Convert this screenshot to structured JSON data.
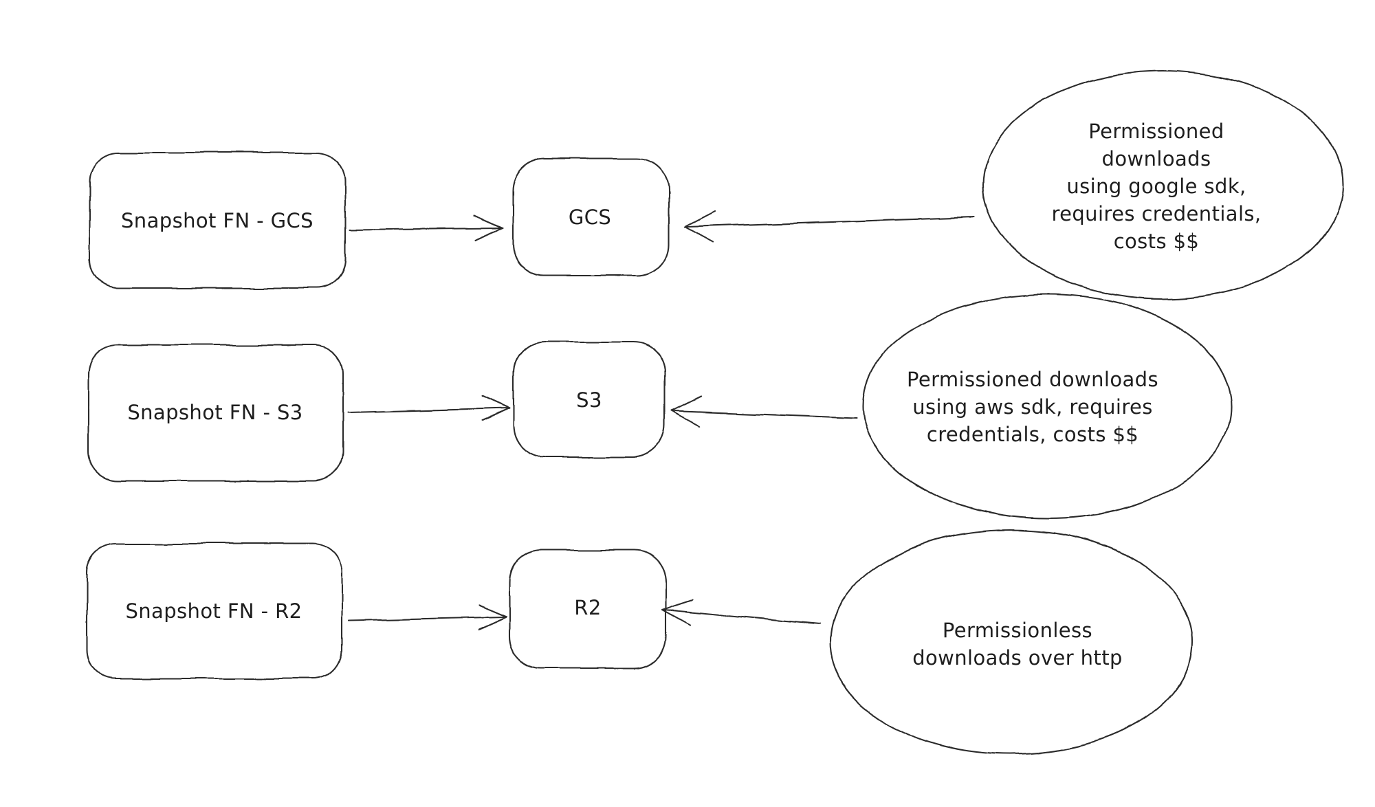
{
  "canvas": {
    "background": "#ffffff",
    "ink": "#2a2a2a",
    "text_color": "#1e1e1e",
    "style": "hand-drawn sketch diagram"
  },
  "diagram": {
    "rows": [
      {
        "id": "gcs",
        "source_label": "Snapshot FN - GCS",
        "target_label": "GCS",
        "note_text": "Permissioned downloads\nusing google sdk,\nrequires credentials,\ncosts $$",
        "edges": [
          {
            "from": "Snapshot FN - GCS",
            "to": "GCS"
          },
          {
            "from": "note",
            "to": "GCS"
          }
        ]
      },
      {
        "id": "s3",
        "source_label": "Snapshot FN - S3",
        "target_label": "S3",
        "note_text": "Permissioned downloads\nusing aws sdk, requires\ncredentials, costs $$",
        "edges": [
          {
            "from": "Snapshot FN - S3",
            "to": "S3"
          },
          {
            "from": "note",
            "to": "S3"
          }
        ]
      },
      {
        "id": "r2",
        "source_label": "Snapshot FN - R2",
        "target_label": "R2",
        "note_text": "Permissionless\ndownloads over http",
        "edges": [
          {
            "from": "Snapshot FN - R2",
            "to": "R2"
          },
          {
            "from": "note",
            "to": "R2"
          }
        ]
      }
    ]
  }
}
